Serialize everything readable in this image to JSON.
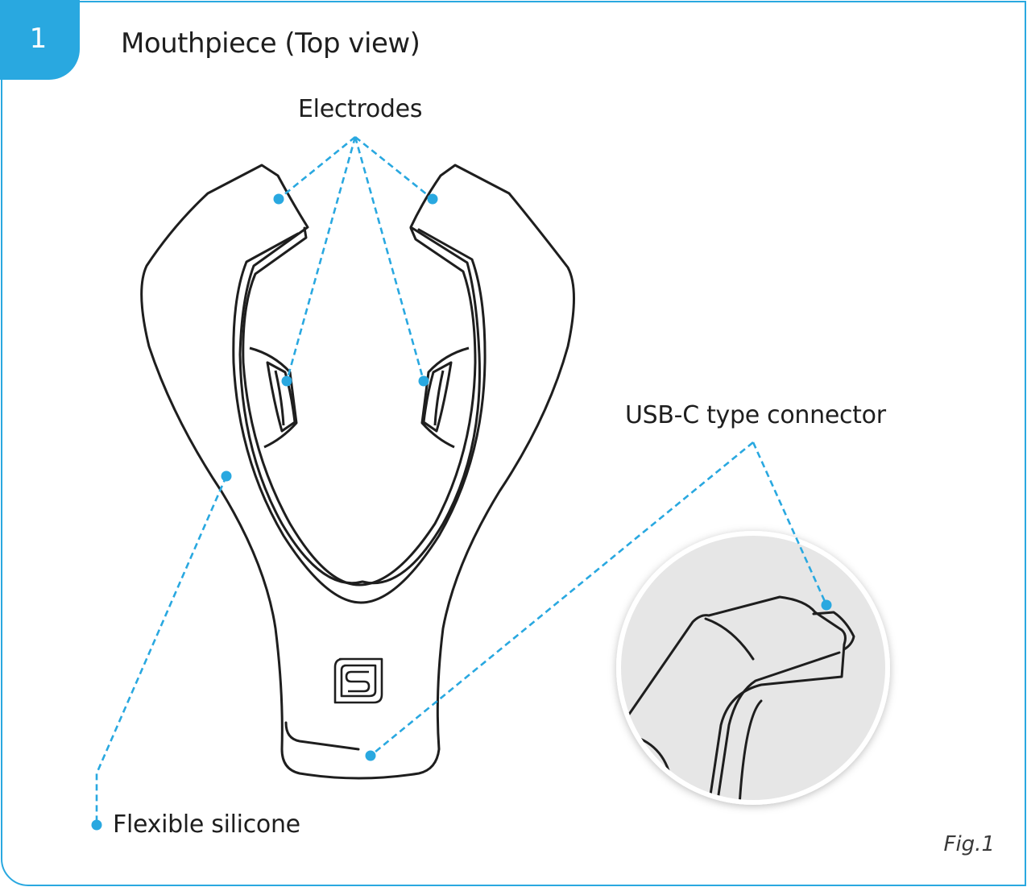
{
  "step": {
    "number": "1"
  },
  "title": "Mouthpiece (Top view)",
  "labels": {
    "electrodes": "Electrodes",
    "usb_connector": "USB-C type connector",
    "flexible_silicone": "Flexible silicone"
  },
  "figure_label": "Fig.1",
  "colors": {
    "accent": "#29a8e0",
    "outline": "#1e1e1e",
    "inset_background": "#e6e6e6"
  },
  "icons": {
    "brand_logo": "sj-logo-icon"
  }
}
